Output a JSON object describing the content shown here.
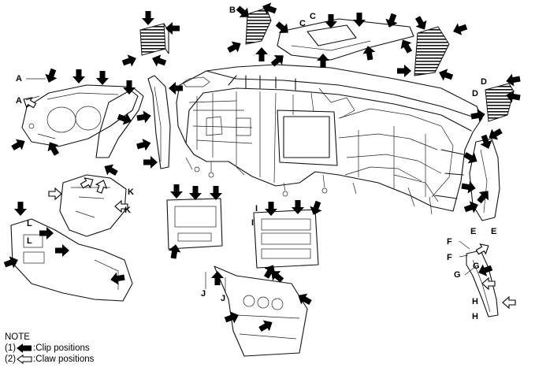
{
  "diagram": {
    "callouts": [
      "A",
      "A",
      "B",
      "C",
      "C",
      "D",
      "D",
      "E",
      "E",
      "F",
      "F",
      "G",
      "G",
      "H",
      "H",
      "I",
      "I",
      "J",
      "J",
      "K",
      "K",
      "L",
      "L"
    ],
    "note": {
      "heading": "NOTE",
      "items": [
        {
          "num": "(1)",
          "symbol": "solid-arrow",
          "text": ":Clip positions"
        },
        {
          "num": "(2)",
          "symbol": "outline-arrow",
          "text": ":Claw positions"
        }
      ]
    }
  }
}
